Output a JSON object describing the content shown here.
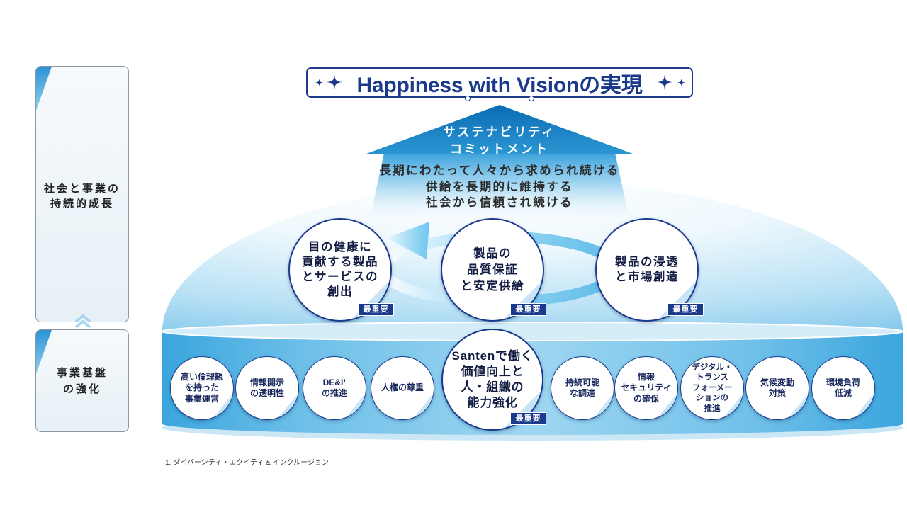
{
  "left_panel": {
    "growth_label": "社会と事業の\n持続的成長",
    "foundation_label": "事業基盤\nの強化"
  },
  "vision": {
    "title": "Happiness with Visionの実現"
  },
  "commitment_arrow": {
    "label": "サステナビリティ\nコミットメント",
    "statements": [
      "長期にわたって人々から求められ続ける",
      "供給を長期的に維持する",
      "社会から信頼され続ける"
    ]
  },
  "core_priorities": [
    {
      "label": "目の健康に\n貢献する製品\nとサービスの\n創出",
      "badge": "最重要"
    },
    {
      "label": "製品の\n品質保証\nと安定供給",
      "badge": "最重要"
    },
    {
      "label": "製品の浸透\nと市場創造",
      "badge": "最重要"
    }
  ],
  "foundation_items": [
    {
      "label": "高い倫理観\nを持った\n事業運営"
    },
    {
      "label": "情報開示\nの透明性"
    },
    {
      "label": "DE&I¹\nの推進"
    },
    {
      "label": "人権の尊重"
    },
    {
      "label": "Santenで働く\n価値向上と\n人・組織の\n能力強化",
      "badge": "最重要"
    },
    {
      "label": "持続可能\nな調達"
    },
    {
      "label": "情報\nセキュリティ\nの確保"
    },
    {
      "label": "デジタル・\nトランス\nフォーメー\nションの\n推進"
    },
    {
      "label": "気候変動\n対策"
    },
    {
      "label": "環境負荷\n低減"
    }
  ],
  "footnote": "1. ダイバーシティ・エクイティ & インクルージョン",
  "icons": [
    "sparkle-icon",
    "double-chevron-up-icon"
  ],
  "colors": {
    "navy": "#1b3a8c",
    "arrow_blue": "#0b6cb3",
    "dome_blue": "#7ac3ea",
    "cylinder_blue": "#3aa5dd",
    "badge_background": "#1b3a8c"
  }
}
